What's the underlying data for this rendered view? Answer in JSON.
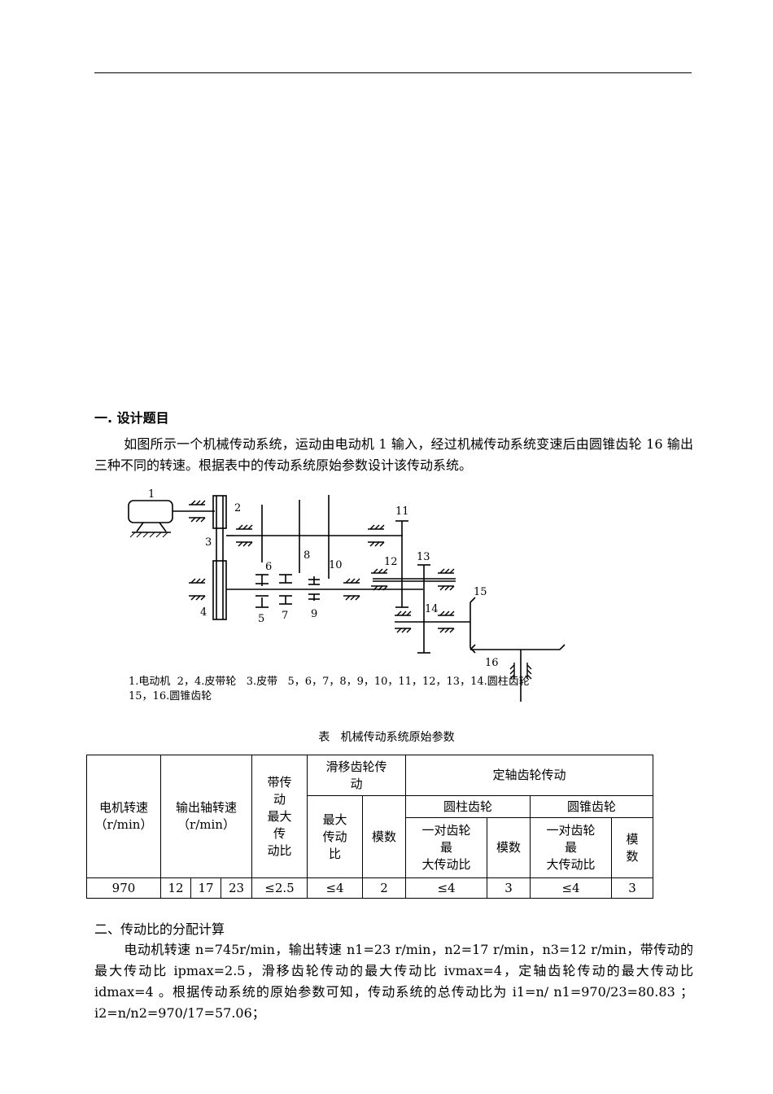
{
  "section1": {
    "heading": "一. 设计题目",
    "paragraph": "如图所示一个机械传动系统，运动由电动机 1 输入，经过机械传动系统变速后由圆锥齿轮 16 输出三种不同的转速。根据表中的传动系统原始参数设计该传动系统。"
  },
  "diagram": {
    "labels": {
      "l1": "1",
      "l2": "2",
      "l3": "3",
      "l4": "4",
      "l5": "5",
      "l6": "6",
      "l7": "7",
      "l8": "8",
      "l9": "9",
      "l10": "10",
      "l11": "11",
      "l12": "12",
      "l13": "13",
      "l14": "14",
      "l15": "15",
      "l16": "16"
    },
    "caption_line1": "1.电动机  2，4.皮带轮   3.皮带   5，6，7，8，9，10，11，12，13，14.圆柱齿轮",
    "caption_line2": "15，16.圆锥齿轮"
  },
  "table": {
    "title": "表   机械传动系统原始参数",
    "headers": {
      "motor_speed": "电机转速",
      "motor_unit": "（r/min）",
      "output_speed": "输出轴转速",
      "output_unit": "（r/min）",
      "belt_1": "带传",
      "belt_2": "动",
      "belt_3": "最大",
      "belt_4": "传",
      "belt_5": "动比",
      "sliding_1": "滑移齿轮传",
      "sliding_2": "动",
      "fixed": "定轴齿轮传动",
      "sliding_ratio_1": "最大",
      "sliding_ratio_2": "传动",
      "sliding_ratio_3": "比",
      "sliding_module": "模数",
      "cylindrical": "圆柱齿轮",
      "bevel": "圆锥齿轮",
      "cyl_ratio_1": "一对齿轮",
      "cyl_ratio_2": "最",
      "cyl_ratio_3": "大传动比",
      "cyl_module": "模数",
      "bev_ratio_1": "一对齿轮",
      "bev_ratio_2": "最",
      "bev_ratio_3": "大传动比",
      "bev_module_1": "模",
      "bev_module_2": "数"
    },
    "values": {
      "motor": "970",
      "out1": "12",
      "out2": "17",
      "out3": "23",
      "belt": "≤2.5",
      "sliding_ratio": "≤4",
      "sliding_module": "2",
      "cyl_ratio": "≤4",
      "cyl_module": "3",
      "bev_ratio": "≤4",
      "bev_module": "3"
    }
  },
  "section2": {
    "heading": "二、传动比的分配计算",
    "paragraph": "电动机转速 n=745r/min，输出转速 n1=23 r/min，n2=17 r/min，n3=12 r/min，带传动的最大传动比 ipmax=2.5，滑移齿轮传动的最大传动比 ivmax=4，定轴齿轮传动的最大传动比 idmax=4 。根据传动系统的原始参数可知，传动系统的总传动比为 i1=n/ n1=970/23=80.83 ；i2=n/n2=970/17=57.06；"
  }
}
